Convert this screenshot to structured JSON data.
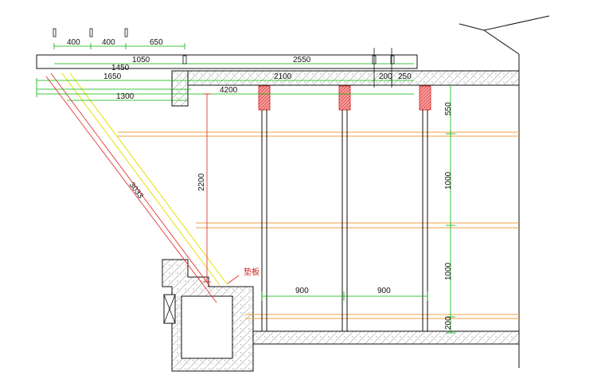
{
  "colors": {
    "line": "#111111",
    "dimension_green": "#00b400",
    "dimension_red": "#e02020",
    "slab_orange": "#f0a040",
    "strut_yellow": "#e8e000",
    "hatch": "#888888",
    "bolt_fill": "#f06060"
  },
  "top_dimensions": {
    "d400a": "400",
    "d400b": "400",
    "d650": "650",
    "d1050": "1050",
    "d2550": "2550",
    "d1450": "1450",
    "d1650": "1650",
    "d2100": "2100",
    "d200": "200",
    "d250": "250",
    "d4200": "4200",
    "d1300": "1300"
  },
  "side_dimensions": {
    "d2200": "2200",
    "d3033": "3033",
    "d550": "550",
    "d1000a": "1000",
    "d1000b": "1000",
    "d200": "200"
  },
  "bottom_dimensions": {
    "d900a": "900",
    "d900b": "900"
  },
  "annotations": {
    "pad_label": "垫板"
  }
}
